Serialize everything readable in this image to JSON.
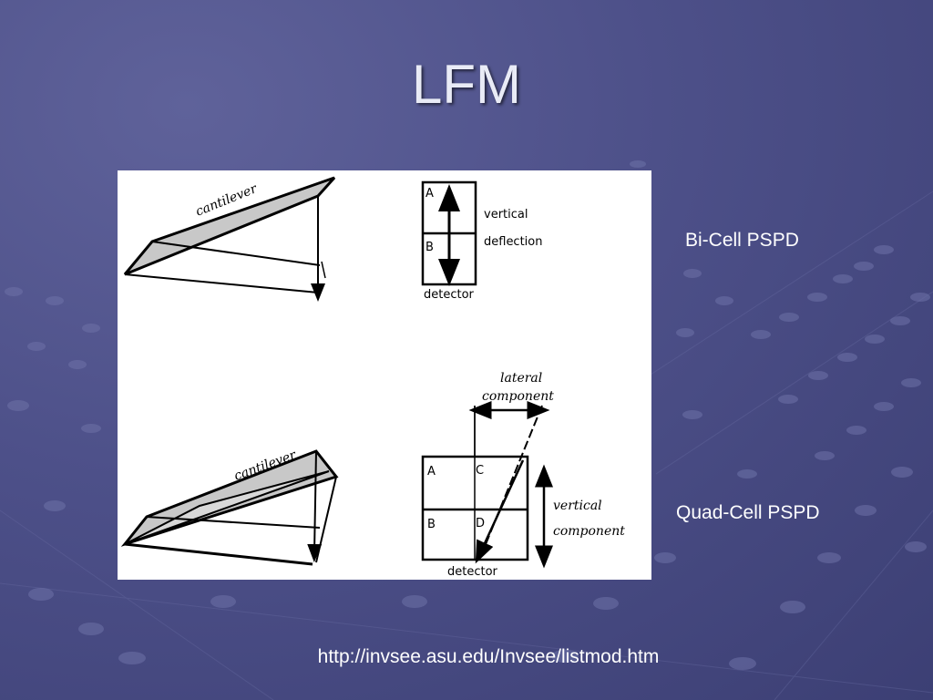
{
  "slide": {
    "title": "LFM",
    "background_color": "#4d5089",
    "text_color": "#ffffff"
  },
  "figure": {
    "top": {
      "cantilever_label": "cantilever",
      "cell_a": "A",
      "cell_b": "B",
      "vertical_label": "vertical",
      "deflection_label": "deflection",
      "detector_label": "detector"
    },
    "bottom": {
      "cantilever_label": "cantilever",
      "lateral_label": "lateral",
      "component_label_lateral": "component",
      "cell_a": "A",
      "cell_b": "B",
      "cell_c": "C",
      "cell_d": "D",
      "vertical_label": "vertical",
      "component_label_vertical": "component",
      "detector_label": "detector"
    }
  },
  "captions": {
    "bi_cell": "Bi-Cell PSPD",
    "quad_cell": "Quad-Cell PSPD"
  },
  "source_url": "http://invsee.asu.edu/Invsee/listmod.htm"
}
